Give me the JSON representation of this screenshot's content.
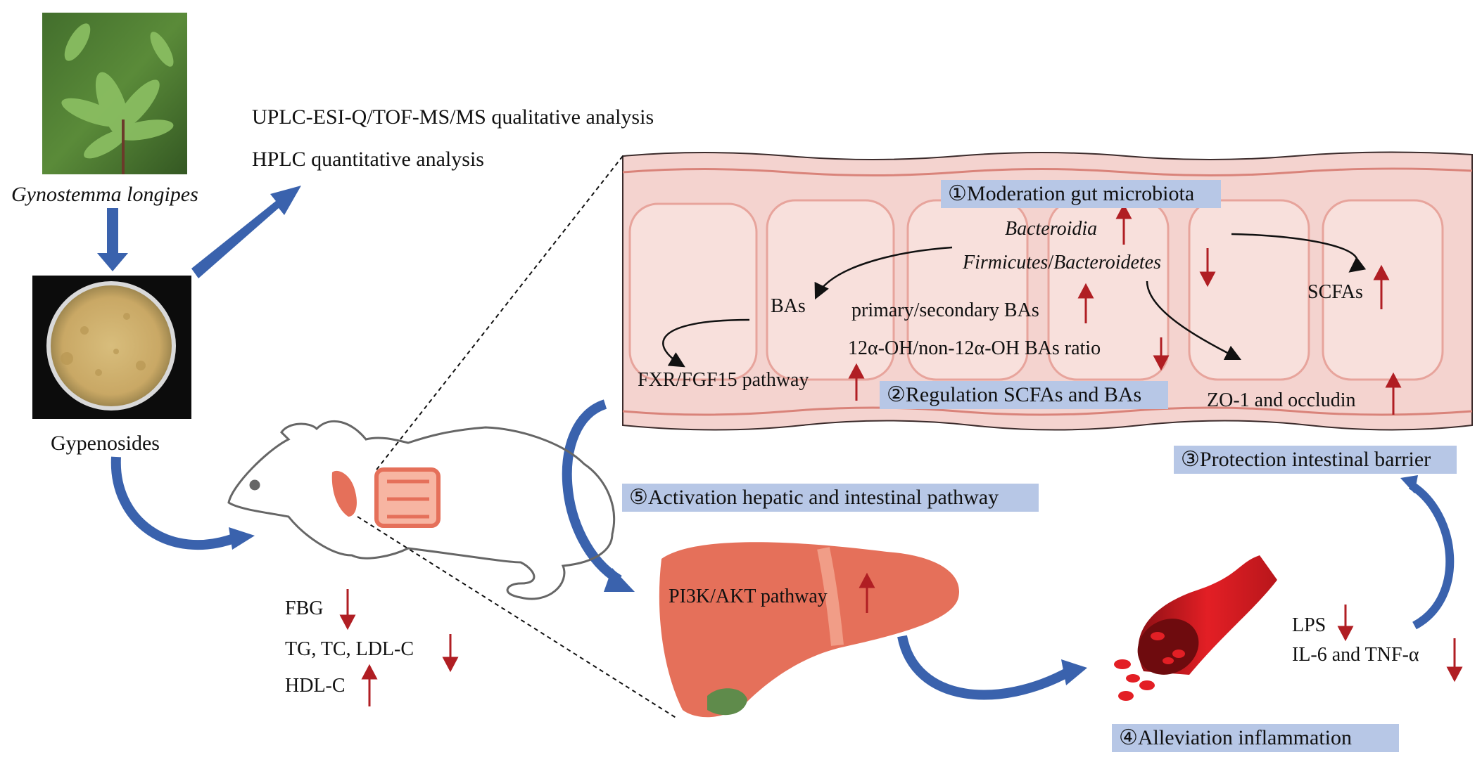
{
  "plant": {
    "name": "Gynostemma longipes",
    "powder_label": "Gypenosides"
  },
  "analysis": {
    "line1": "UPLC-ESI-Q/TOF-MS/MS qualitative analysis",
    "line2": "HPLC quantitative analysis"
  },
  "mechanisms": {
    "m1": "①Moderation gut microbiota",
    "m2": "②Regulation SCFAs and BAs",
    "m3": "③Protection intestinal barrier",
    "m4": "④Alleviation inflammation",
    "m5": "⑤Activation hepatic and intestinal pathway"
  },
  "gut": {
    "bacteroidia": "Bacteroidia",
    "firmicutes": "Firmicutes",
    "slash": "/",
    "bacteroidetes": "Bacteroidetes",
    "scfas": "SCFAs",
    "bas": "BAs",
    "primary_secondary": "primary/secondary BAs",
    "ratio": "12α-OH/non-12α-OH BAs ratio",
    "fxr": "FXR/FGF15  pathway",
    "zo1": "ZO-1 and occludin"
  },
  "liver": {
    "pathway": "PI3K/AKT pathway"
  },
  "inflammation": {
    "lps": "LPS",
    "cytokines": "IL-6 and TNF-α"
  },
  "markers": {
    "fbg": "FBG",
    "lipids": "TG, TC,  LDL-C",
    "hdl": "HDL-C"
  },
  "colors": {
    "label_box": "#b7c7e6",
    "arrow_blue": "#3a62ad",
    "indicator_red": "#b01e23",
    "liver": "#e5705a",
    "intestine": "#f4d3cf",
    "blood": "#e31f25"
  },
  "icons": {
    "plant_photo": "plant-photo-icon",
    "powder_dish": "powder-dish-icon",
    "mouse": "mouse-outline-icon",
    "liver": "liver-icon",
    "intestine": "intestine-icon",
    "blood_vessel": "blood-vessel-icon",
    "up": "up-arrow-icon",
    "down": "down-arrow-icon"
  }
}
